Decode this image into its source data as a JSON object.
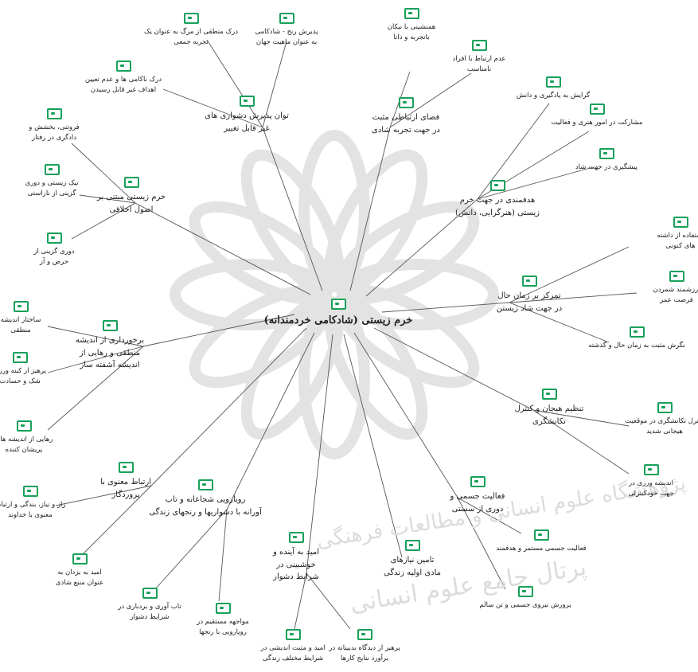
{
  "center": {
    "label": "خرم زیستی (شادکامی خردمندانه)"
  },
  "themes": [
    {
      "id": "t1",
      "label": "توان پذیرش دشواری های\nغیر قابل تغییر",
      "children": [
        {
          "id": "t1c1",
          "label": "درک منطقی از مرگ به عنوان یک\nتجربه جمعی"
        },
        {
          "id": "t1c2",
          "label": "پذیرش رنج - شادکامی\nبه عنوان ماهیت جهان"
        },
        {
          "id": "t1c3",
          "label": "درک ناکامی ها و عدم تعیین\nاهداف غیر قابل رسیدن"
        }
      ]
    },
    {
      "id": "t2",
      "label": "فضای ارتباطی مثبت\nدر جهت تجربه شادی",
      "children": [
        {
          "id": "t2c1",
          "label": "همنشینی با نیکان\nباتجربه و دانا"
        },
        {
          "id": "t2c2",
          "label": "عدم ارتباط با افراد\nنامناسب"
        }
      ]
    },
    {
      "id": "t3",
      "label": "هدفمندی در جهت خرم\nزیستی (هنرگرایی، دانش)",
      "children": [
        {
          "id": "t3c1",
          "label": "گرایش به یادگیری و دانش"
        },
        {
          "id": "t3c2",
          "label": "مشارکت در امور هنری و فعالیت"
        },
        {
          "id": "t3c3",
          "label": "پیشگیری در جهت شاد"
        }
      ]
    },
    {
      "id": "t4",
      "label": "خرم زیستی مبتنی بر\nاصول اخلاقی",
      "children": [
        {
          "id": "t4c1",
          "label": "فروتنی، بخشش و\nدادگری در رفتار"
        },
        {
          "id": "t4c2",
          "label": "نیک زیستی و دوری\nگزینی از ناراستی"
        },
        {
          "id": "t4c3",
          "label": "دوری گزینی از\nحرص و آز"
        }
      ]
    },
    {
      "id": "t5",
      "label": "تمرکز بر زمان حال\nدر جهت شاد زیستن",
      "children": [
        {
          "id": "t5c1",
          "label": "استفاده از داشته\nهای کنونی"
        },
        {
          "id": "t5c2",
          "label": "ارزشمند شمردن\nفرصت عمر"
        },
        {
          "id": "t5c3",
          "label": "نگرش مثبت به زمان حال و گذشته"
        }
      ]
    },
    {
      "id": "t6",
      "label": "برخورداری از اندیشه\nمنطقی و رهایی از\nاندیشه آشفته ساز",
      "children": [
        {
          "id": "t6c1",
          "label": "ساختار اندیشه\nمنطقی"
        },
        {
          "id": "t6c2",
          "label": "پرهیز از کینه ورزی\nشک و حسادت"
        },
        {
          "id": "t6c3",
          "label": "رهایی از اندیشه های\nپریشان کننده"
        }
      ]
    },
    {
      "id": "t7",
      "label": "تنظیم هیجان و کنترل\nتکانشگری",
      "children": [
        {
          "id": "t7c1",
          "label": "کنترل تکانشگری در موقعیت\nهیجانی شدید"
        },
        {
          "id": "t7c2",
          "label": "اندیشه ورزی در\nجهت خودکنترلی"
        }
      ]
    },
    {
      "id": "t8",
      "label": "ارتباط معنوی با\nپروردگار",
      "children": [
        {
          "id": "t8c1",
          "label": "راز و نیاز، بندگی و ارتباط\nمعنوی با خداوند"
        },
        {
          "id": "t8c2",
          "label": "امید به یزدان به\nعنوان منبع شادی"
        }
      ]
    },
    {
      "id": "t9",
      "label": "رویارویی شجاعانه و تاب\nآورانه با دشواریها و رنجهای زندگی",
      "children": [
        {
          "id": "t9c1",
          "label": "تاب آوری و بردباری در\nشرایط دشوار"
        },
        {
          "id": "t9c2",
          "label": "مواجهه مستقیم در\nرویارویی با رنجها"
        }
      ]
    },
    {
      "id": "t10",
      "label": "فعالیت جسمی و\nدوری از سستی",
      "children": [
        {
          "id": "t10c1",
          "label": "فعالیت جسمی مستمر و هدفمند"
        },
        {
          "id": "t10c2",
          "label": "پرورش نیروی جسمی و تن سالم"
        }
      ]
    },
    {
      "id": "t11",
      "label": "امید به آینده و\nخوشبینی در\nشرایط دشوار",
      "children": [
        {
          "id": "t11c1",
          "label": "امید و مثبت اندیشی در\nشرایط مختلف زندگی"
        },
        {
          "id": "t11c2",
          "label": "پرهیز از دیدگاه بدبینانه در\nبرآورد نتایج کارها"
        }
      ]
    },
    {
      "id": "t12",
      "label": "تامین نیازهای\nمادی اولیه زندگی",
      "children": []
    }
  ],
  "watermark": {
    "line1": "پژوهشگاه علوم انسانی و مطالعات فرهنگی",
    "line2": "پرتال جامع علوم انسانی"
  },
  "colors": {
    "icon": "#18a05a",
    "line": "#555555",
    "watermark": "#dcdcdc"
  }
}
